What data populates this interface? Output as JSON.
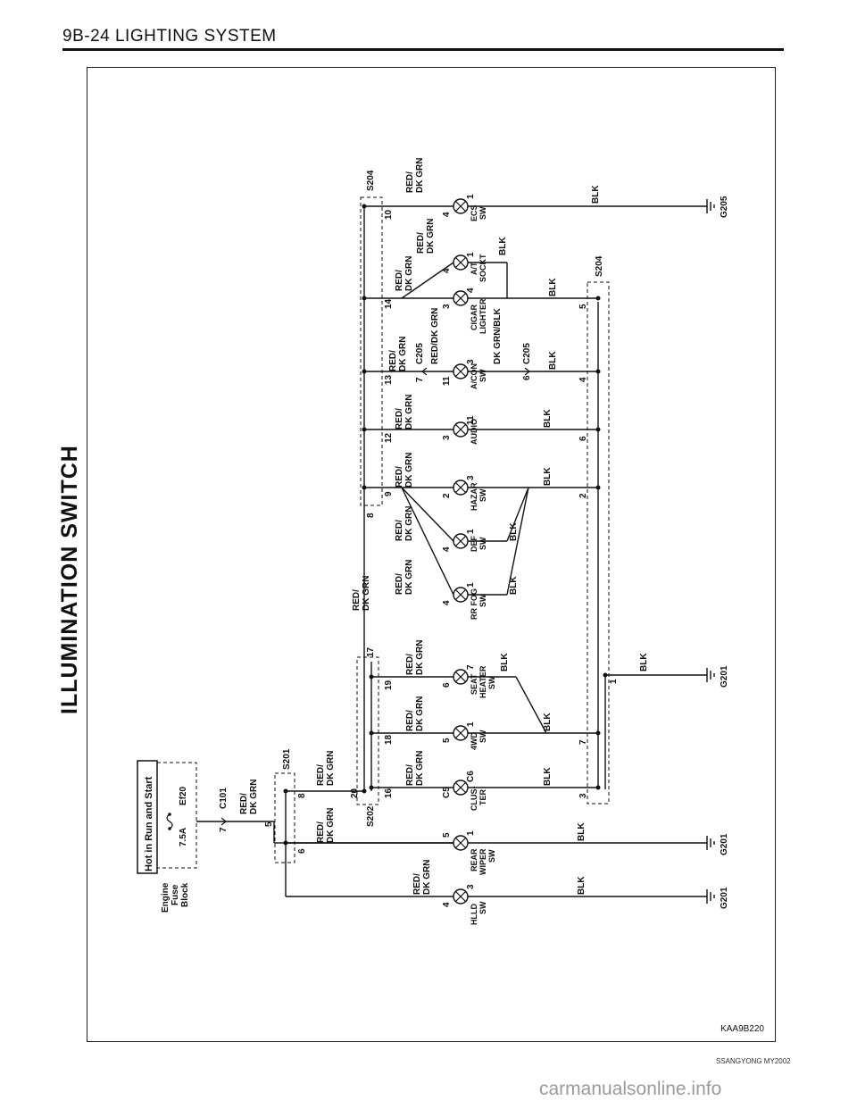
{
  "header": {
    "title": "9B-24  LIGHTING SYSTEM"
  },
  "side_title": "ILLUMINATION  SWITCH",
  "figure_code": "KAA9B220",
  "footer": "SSANGYONG  MY2002",
  "watermark": "carmanualsonline.info",
  "power": {
    "label": "Hot in Run and Start",
    "fuse_amps": "7.5A",
    "fuse_id": "Ef20",
    "fuse_block": [
      "Engine",
      "Fuse",
      "Block"
    ]
  },
  "connectors": {
    "c101": "C101",
    "c101_pin": "7",
    "c205": "C205",
    "c205_pin_a": "7",
    "c205_pin_b": "6"
  },
  "splices": {
    "s201": "S201",
    "s202": "S202",
    "s204": "S204"
  },
  "grounds": {
    "g201": "G201",
    "g205": "G205"
  },
  "wires": {
    "red_dk_grn": [
      "RED/",
      "DK GRN"
    ],
    "blk": "BLK",
    "red_dk_grn_inline": "RED/DK GRN",
    "dk_grn_blk": "DK GRN/BLK"
  },
  "pins": {
    "c101_5": "5",
    "s201_6": "6",
    "s201_8": "8",
    "s202_20": "20",
    "s202_16": "16",
    "s202_18": "18",
    "s202_19": "19",
    "s202_17": "17",
    "s204_8": "8",
    "s204_9": "9",
    "s204_12": "12",
    "s204_13": "13",
    "s204_14": "14",
    "s204_10": "10",
    "s204b_3": "3",
    "s204b_7": "7",
    "s204b_1": "1",
    "s204b_2": "2",
    "s204b_6": "6",
    "s204b_4": "4",
    "s204b_5": "5"
  },
  "components": [
    {
      "id": "hlld",
      "label": [
        "HLLD",
        "SW"
      ],
      "pin_in": "4",
      "pin_out": "3"
    },
    {
      "id": "rear-wiper",
      "label": [
        "REAR",
        "WIPER",
        "SW"
      ],
      "pin_in": "5",
      "pin_out": "1"
    },
    {
      "id": "cluster",
      "label": [
        "CLUS-",
        "TER"
      ],
      "pin_in": "C5",
      "pin_out": "C6"
    },
    {
      "id": "4wd",
      "label": [
        "4WD",
        "SW"
      ],
      "pin_in": "5",
      "pin_out": "1"
    },
    {
      "id": "seat-heater",
      "label": [
        "SEAT",
        "HEATER",
        "SW"
      ],
      "pin_in": "6",
      "pin_out": "7"
    },
    {
      "id": "rr-fog",
      "label": [
        "RR FOG",
        "SW"
      ],
      "pin_in": "4",
      "pin_out": "1"
    },
    {
      "id": "def",
      "label": [
        "DEF",
        "SW"
      ],
      "pin_in": "4",
      "pin_out": "1"
    },
    {
      "id": "hazard",
      "label": [
        "HAZAR",
        "SW"
      ],
      "pin_in": "2",
      "pin_out": "3"
    },
    {
      "id": "audio",
      "label": [
        "AUDIO"
      ],
      "pin_in": "3",
      "pin_out": "11"
    },
    {
      "id": "a-con",
      "label": [
        "A/CON",
        "SW"
      ],
      "pin_in": "11",
      "pin_out": "3"
    },
    {
      "id": "cigar",
      "label": [
        "CIGAR",
        "LIGHTER"
      ],
      "pin_in": "3",
      "pin_out": "4"
    },
    {
      "id": "at-sockt",
      "label": [
        "A/T",
        "SOCKT"
      ],
      "pin_in": "4",
      "pin_out": "1"
    },
    {
      "id": "ecs",
      "label": [
        "ECS",
        "SW"
      ],
      "pin_in": "4",
      "pin_out": "1"
    }
  ]
}
